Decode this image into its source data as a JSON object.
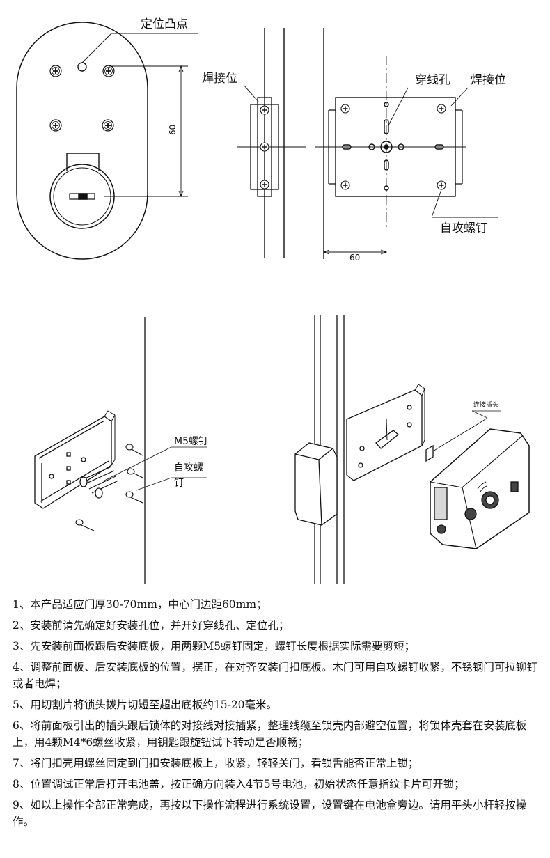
{
  "labels": {
    "positioning_bump": "定位凸点",
    "weld_left": "焊接位",
    "wire_hole": "穿线孔",
    "weld_right": "焊接位",
    "self_tapping_screw": "自攻螺钉",
    "dim_vertical": "60",
    "dim_horizontal": "60",
    "m5_screw": "M5螺钉",
    "self_tap_line1": "自攻螺",
    "self_tap_line2": "钉",
    "connector": "连接插头"
  },
  "steps": [
    "1、本产品适应门厚30-70mm，中心门边距60mm；",
    "2、安装前请先确定好安装孔位，并开好穿线孔、定位孔；",
    "3、先安装前面板跟后安装底板，用两颗M5螺钉固定，螺钉长度根据实际需要剪短；",
    "4、调整前面板、后安装底板的位置，摆正，在对齐安装门扣底板。木门可用自攻螺钉收紧，不锈钢门可拉铆钉或者电焊；",
    "5、用切割片将锁头拨片切短至超出底板约15-20毫米。",
    "6、将前面板引出的插头跟后锁体的对接线对接插紧，整理线缆至锁壳内部避空位置，将锁体壳套在安装底板上，用4颗M4*6螺丝收紧，用钥匙跟旋钮试下转动是否顺畅；",
    "7、将门扣壳用螺丝固定到门扣安装底板上，收紧，轻轻关门，看锁舌能否正常上锁；",
    "8、位置调试正常后打开电池盖，按正确方向装入4节5号电池，初始状态任意指纹卡片可开锁；",
    "9、如以上操作全部正常完成，再按以下操作流程进行系统设置，设置键在电池盒旁边。请用平头小杆轻按操作。"
  ]
}
